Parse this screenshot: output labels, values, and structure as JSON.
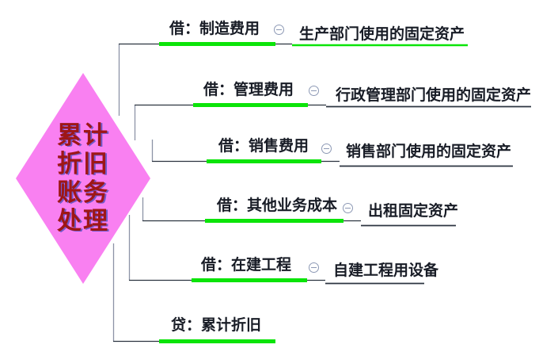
{
  "diagram_title": "累计折旧账务处理 mind map",
  "diamond": {
    "text": "累计折旧账务处理",
    "lines": [
      "累计",
      "折旧",
      "账务",
      "处理"
    ]
  },
  "branches": [
    {
      "label": "借：制造费用",
      "child": "生产部门使用的固定资产"
    },
    {
      "label": "借：管理费用",
      "child": "行政管理部门使用的固定资产"
    },
    {
      "label": "借：销售费用",
      "child": "销售部门使用的固定资产"
    },
    {
      "label": "借：其他业务成本",
      "child": "出租固定资产"
    },
    {
      "label": "借：在建工程",
      "child": "自建工程用设备"
    },
    {
      "label": "贷：累计折旧",
      "child": ""
    }
  ],
  "icons": {
    "collapse": "circle-minus"
  },
  "colors": {
    "diamond_pink": "#f980f1",
    "diamond_text": "#9e1616",
    "branch_green": "#0be409",
    "line_dark": "#2c3440",
    "line_gray": "#8c93a6",
    "topic_text": "#181c26"
  }
}
